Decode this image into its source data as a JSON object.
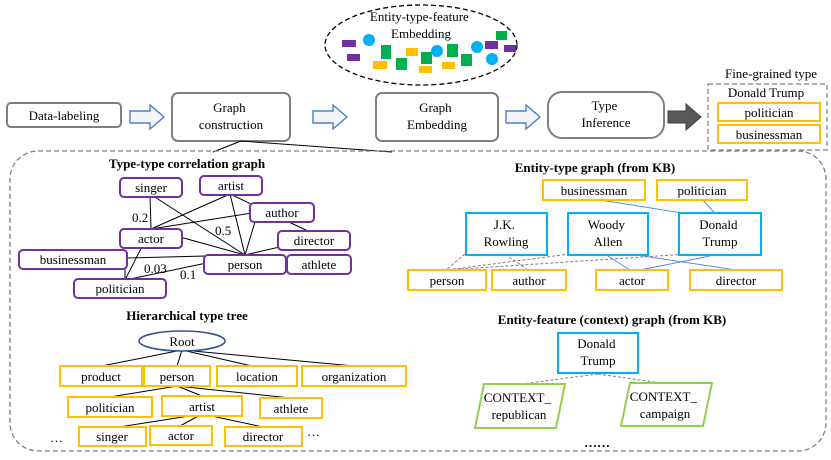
{
  "colors": {
    "purple": "#7030a0",
    "orange": "#ffc000",
    "blue": "#00b0f0",
    "green": "#92d050",
    "gray": "#7f7f7f",
    "edge_blue": "#5b8bd0",
    "ellipse_blue": "#2e5597",
    "dark_arrow": "#595959",
    "arrow_fill": "#f2f6fb",
    "arrow_stroke": "#4f7fbf"
  },
  "pipeline": {
    "embedding_cloud_label": "Entity-type-feature Embedding",
    "data_labeling": "Data-labeling",
    "graph_construction": "Graph construction",
    "graph_embedding": "Graph Embedding",
    "type_inference": "Type Inference",
    "fine_grained_title": "Fine-grained type",
    "result_entity": "Donald Trump",
    "result_types": [
      "politician",
      "businessman"
    ]
  },
  "type_type_graph": {
    "title": "Type-type correlation graph",
    "nodes": {
      "singer": "singer",
      "artist": "artist",
      "author": "author",
      "actor": "actor",
      "director": "director",
      "businessman": "businessman",
      "person": "person",
      "athlete": "athlete",
      "politician": "politician"
    },
    "weights": [
      "0.2",
      "0.5",
      "0.03",
      "0.1"
    ]
  },
  "type_tree": {
    "title": "Hierarchical type tree",
    "root": "Root",
    "level1": [
      "product",
      "person",
      "location",
      "organization"
    ],
    "level2": [
      "politician",
      "artist",
      "athlete"
    ],
    "level3": [
      "singer",
      "actor",
      "director"
    ],
    "ellipsis_left": "…",
    "ellipsis_right": "…"
  },
  "entity_type_graph": {
    "title": "Entity-type graph  (from KB)",
    "top_types": [
      "businessman",
      "politician"
    ],
    "entities": {
      "rowling": [
        "J.K.",
        "Rowling"
      ],
      "allen": [
        "Woody",
        "Allen"
      ],
      "trump": [
        "Donald",
        "Trump"
      ]
    },
    "bottom_types": [
      "person",
      "author",
      "actor",
      "director"
    ]
  },
  "entity_feature_graph": {
    "title": "Entity-feature (context) graph  (from KB)",
    "entity": [
      "Donald",
      "Trump"
    ],
    "features": [
      [
        "CONTEXT_",
        "republican"
      ],
      [
        "CONTEXT_",
        "campaign"
      ]
    ],
    "ellipsis": "……"
  }
}
